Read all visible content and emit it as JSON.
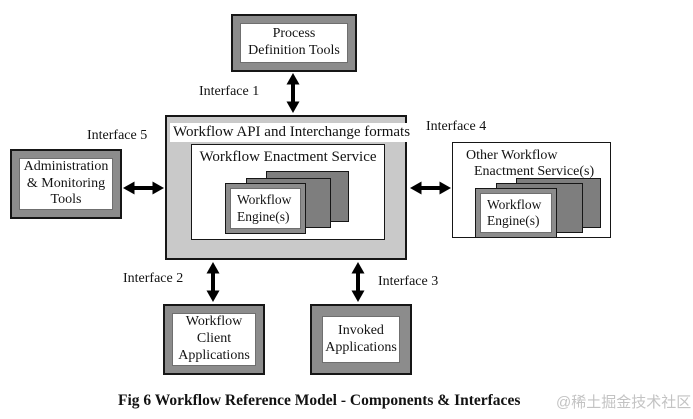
{
  "caption": "Fig 6 Workflow Reference Model - Components & Interfaces",
  "watermark": "@稀土掘金技术社区",
  "colors": {
    "frame_gray": "#8c8c8c",
    "panel_gray": "#c9c9c9",
    "stack_gray": "#7e7e7e",
    "border_black": "#161616",
    "watermark_gray": "#c3c3c3"
  },
  "interfaces": {
    "i1": "Interface 1",
    "i2": "Interface 2",
    "i3": "Interface 3",
    "i4": "Interface 4",
    "i5": "Interface 5"
  },
  "nodes": {
    "process_definition_tools": {
      "lines": [
        "Process",
        "Definition Tools"
      ]
    },
    "administration_monitoring_tools": {
      "lines": [
        "Administration",
        "& Monitoring",
        "Tools"
      ]
    },
    "workflow_client_applications": {
      "lines": [
        "Workflow",
        "Client",
        "Applications"
      ]
    },
    "invoked_applications": {
      "lines": [
        "Invoked",
        "Applications"
      ]
    },
    "api_band": {
      "label": "Workflow API and Interchange formats"
    },
    "enactment_service": {
      "label": "Workflow Enactment Service"
    },
    "workflow_engines_center": {
      "lines": [
        "Workflow",
        "Engine(s)"
      ]
    },
    "other_enactment_services": {
      "lines": [
        "Other Workflow",
        "Enactment Service(s)"
      ]
    },
    "workflow_engines_other": {
      "lines": [
        "Workflow",
        "Engine(s)"
      ]
    }
  }
}
